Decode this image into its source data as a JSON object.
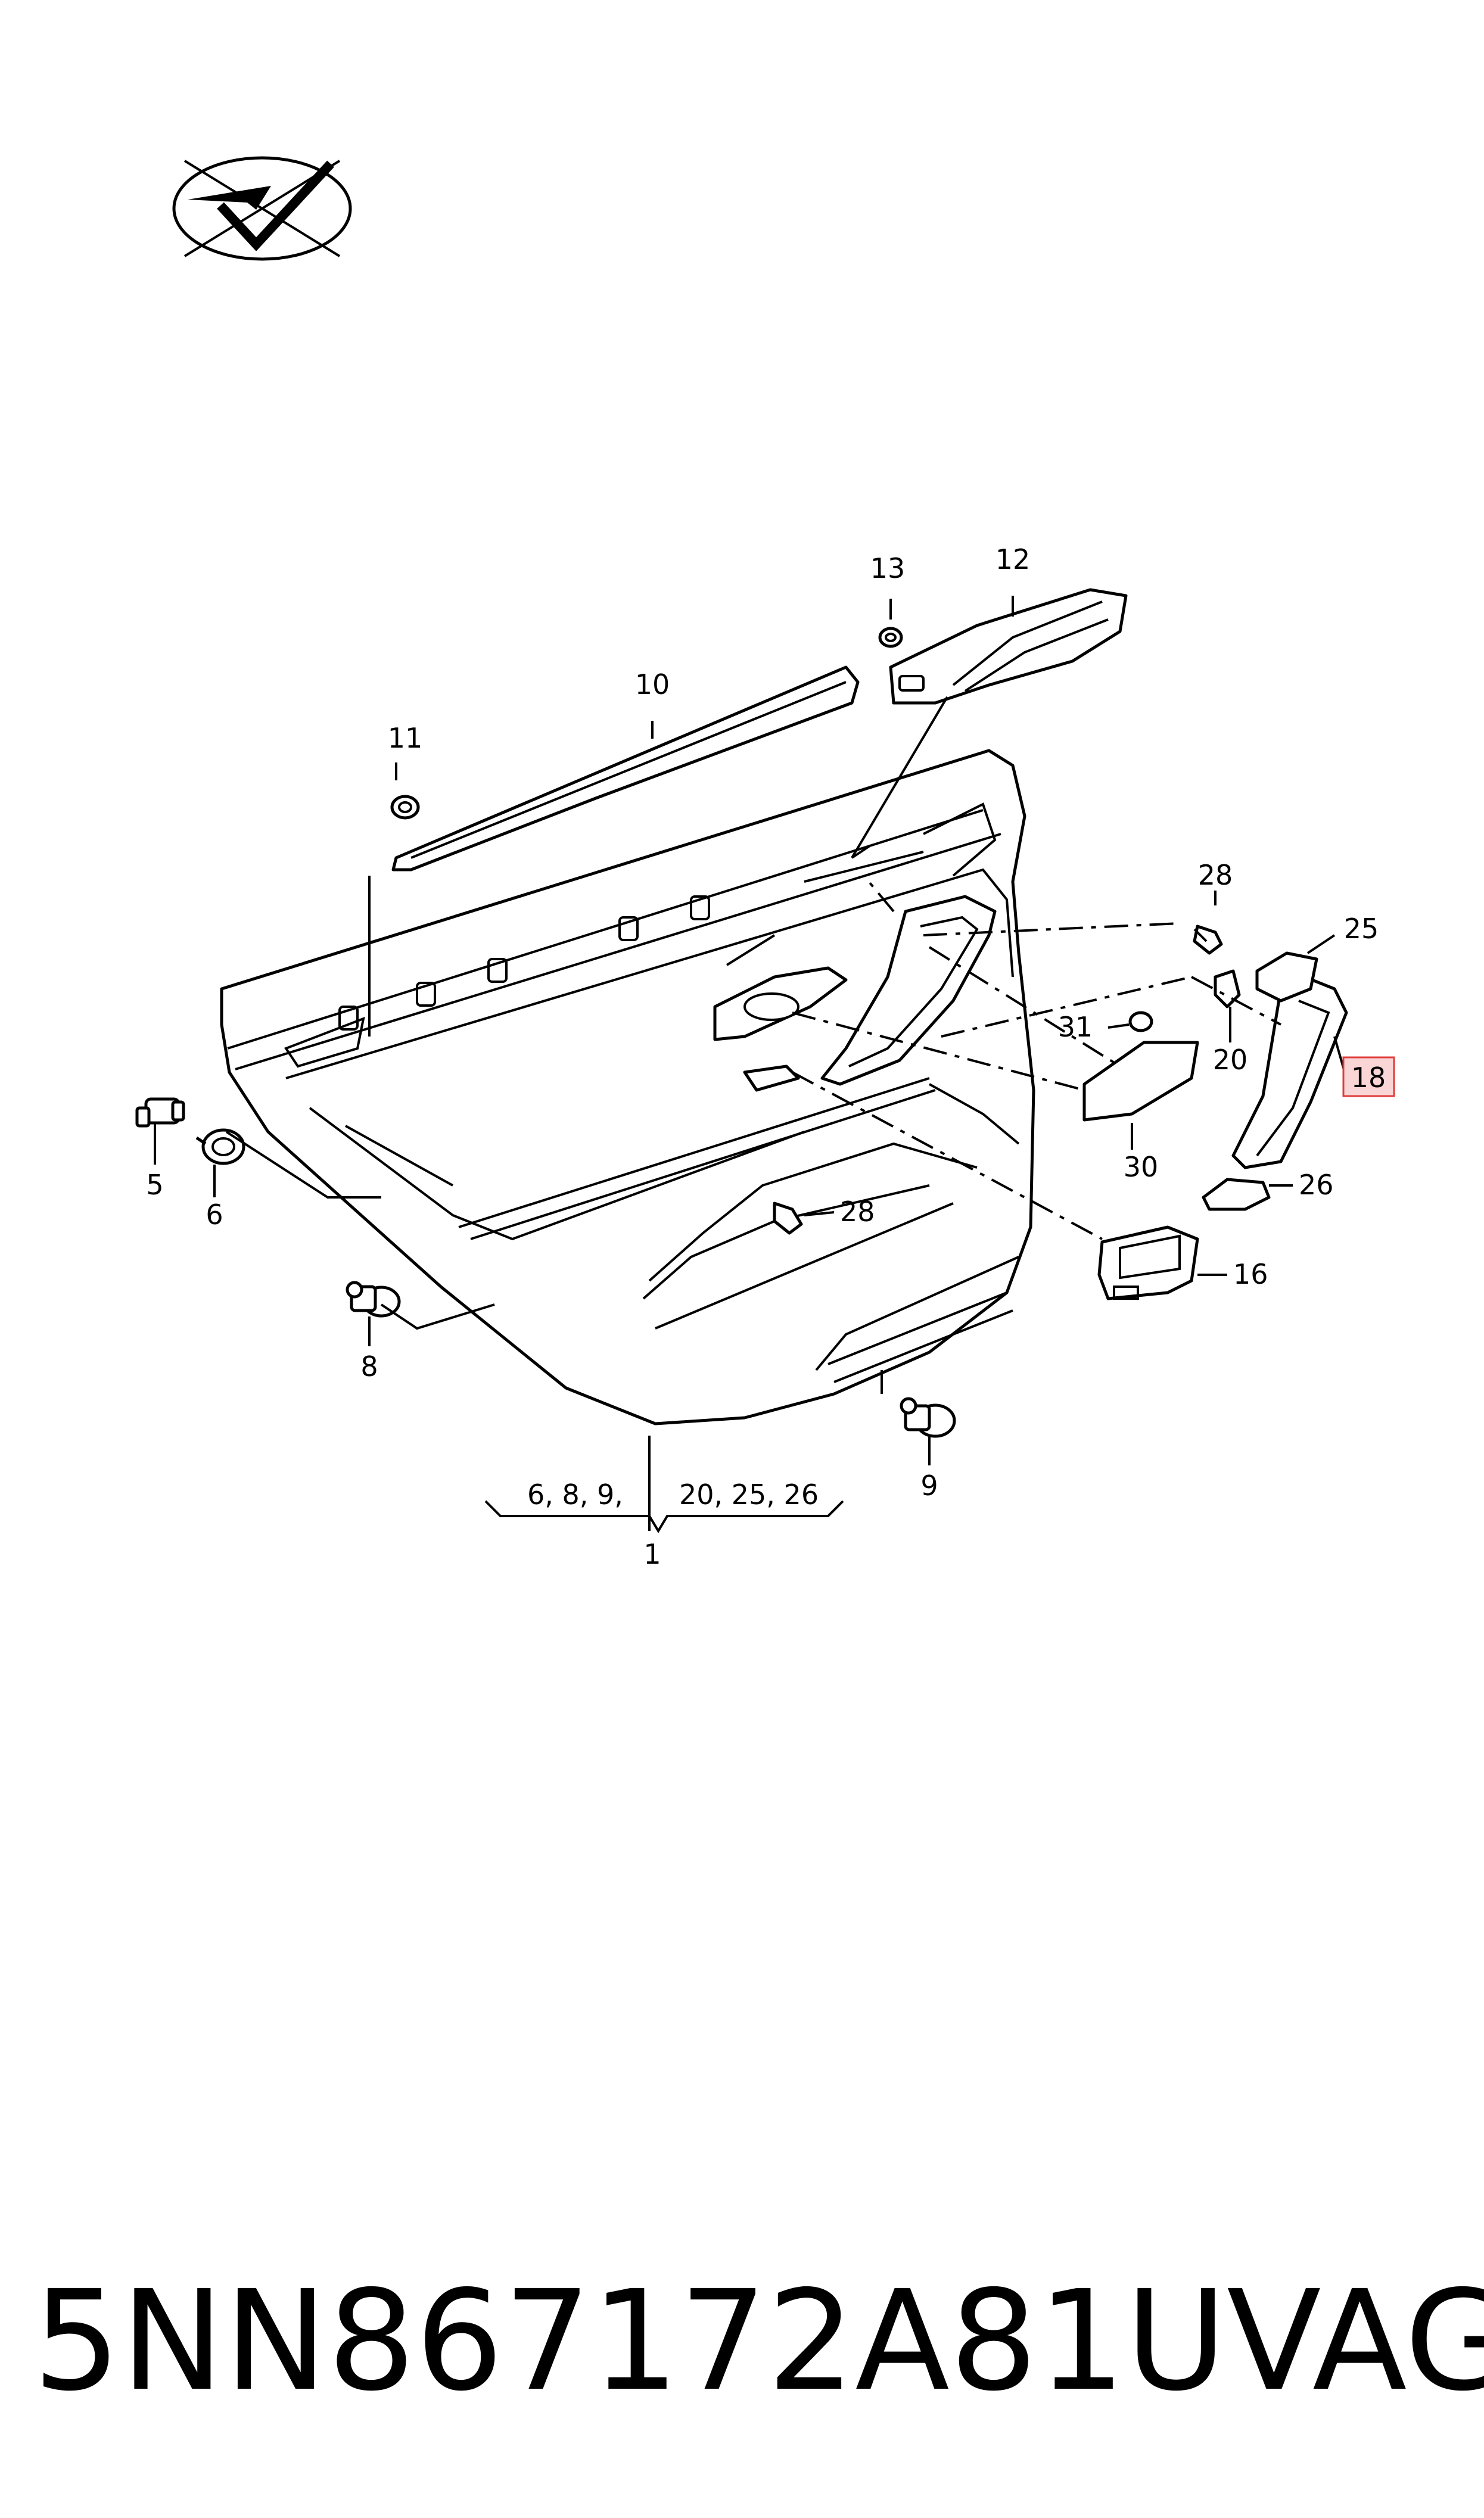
{
  "callouts": {
    "c1": "1",
    "c5": "5",
    "c6": "6",
    "c8": "8",
    "c9": "9",
    "c10": "10",
    "c11": "11",
    "c12": "12",
    "c13": "13",
    "c16": "16",
    "c18": "18",
    "c20": "20",
    "c25": "25",
    "c26": "26",
    "c28a": "28",
    "c28b": "28",
    "c30": "30",
    "c31": "31"
  },
  "bracket": {
    "left_label": "6, 8, 9,",
    "right_label": "20, 25, 26"
  },
  "footer": {
    "part_number": "5NN867172A81U",
    "brand": "VAG"
  },
  "highlight_color": "#e03c3c",
  "icons": [
    "checkmark-logo-icon"
  ]
}
